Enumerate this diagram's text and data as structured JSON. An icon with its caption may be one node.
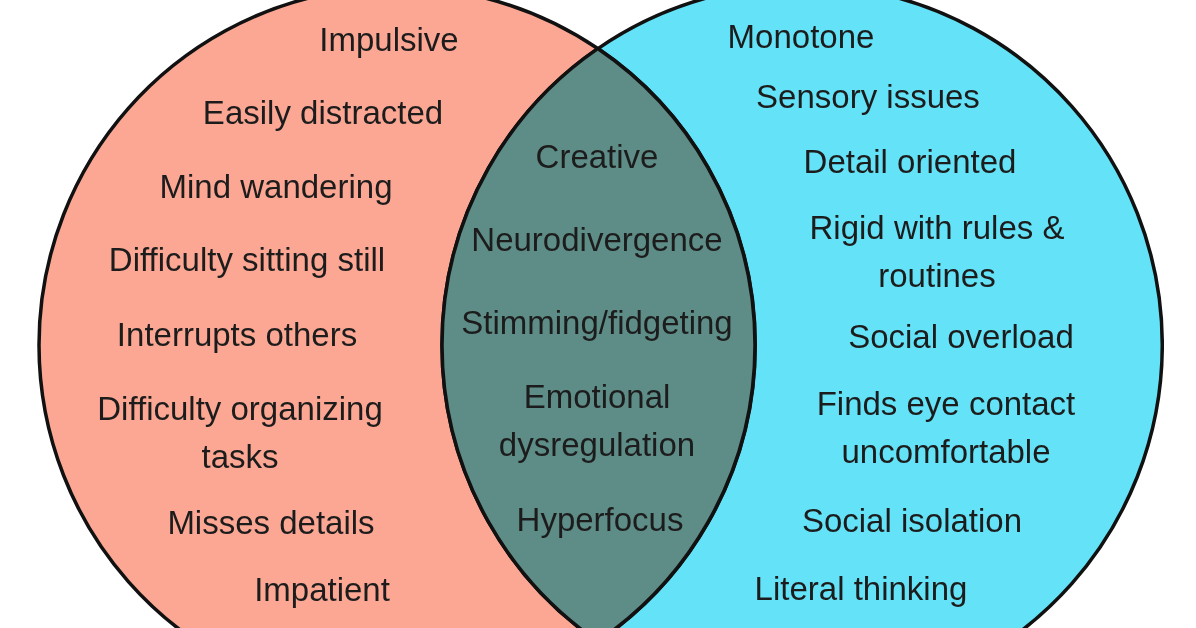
{
  "diagram": {
    "nodes": [
      {
        "text": [
          "Impulsive",
          "Easily distracted",
          "Mind wandering",
          "Difficulty sitting still",
          "Interrupts others",
          "Difficulty organizing tasks",
          "Misses details",
          "Impatient"
        ]
      },
      {
        "text": [
          "Creative",
          "Neurodivergence",
          "Stimming/fidgeting",
          "Emotional dysregulation",
          "Hyperfocus"
        ]
      },
      {
        "text": [
          "Monotone",
          "Sensory issues",
          "Detail oriented",
          "Rigid with rules & routines",
          "Social overload",
          "Finds eye contact uncomfortable",
          "Social isolation",
          "Literal thinking"
        ]
      }
    ]
  }
}
